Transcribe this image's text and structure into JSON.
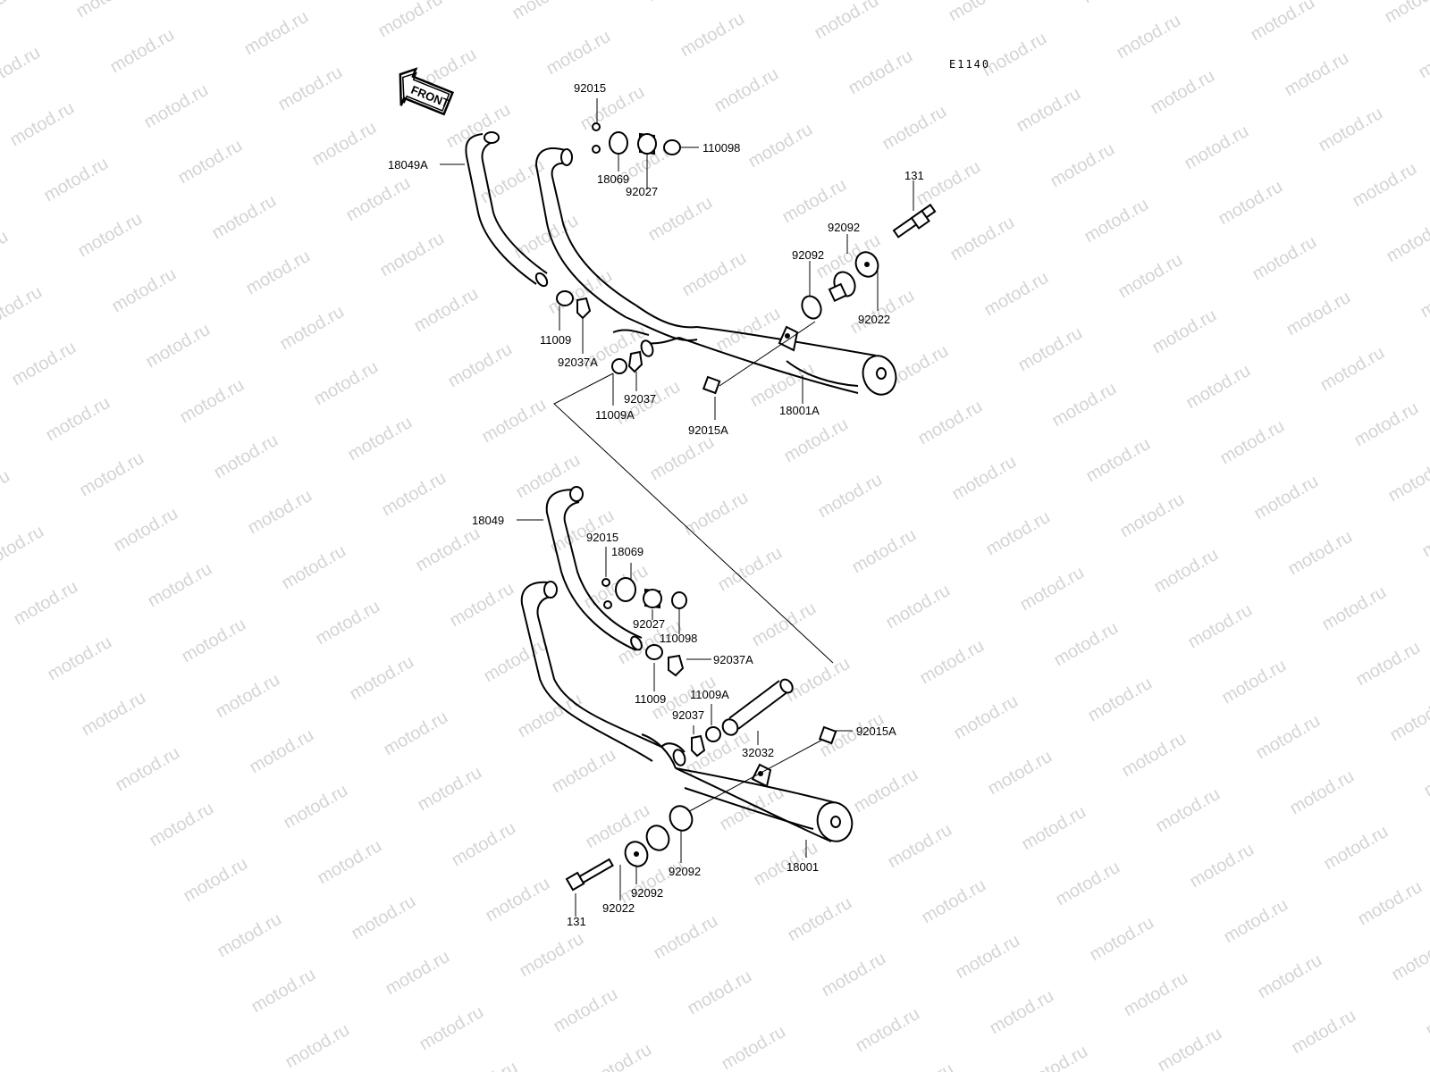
{
  "watermark": "motod.ru",
  "diagram_code": "E1140",
  "front_label": "FRONT",
  "upper_labels": {
    "p92015": "92015",
    "p18069": "18069",
    "p92027": "92027",
    "p110098": "110098",
    "p18049A": "18049A",
    "p131": "131",
    "p92092a": "92092",
    "p92092b": "92092",
    "p92022": "92022",
    "p11009": "11009",
    "p92037A": "92037A",
    "p92037": "92037",
    "p11009A": "11009A",
    "p92015A": "92015A",
    "p18001A": "18001A"
  },
  "lower_labels": {
    "p18049": "18049",
    "p92015": "92015",
    "p18069": "18069",
    "p92027": "92027",
    "p110098": "110098",
    "p92037A": "92037A",
    "p11009": "11009",
    "p11009A": "11009A",
    "p92037": "92037",
    "p32032": "32032",
    "p92015A": "92015A",
    "p92092a": "92092",
    "p92092b": "92092",
    "p18001": "18001",
    "p92022": "92022",
    "p131": "131"
  }
}
